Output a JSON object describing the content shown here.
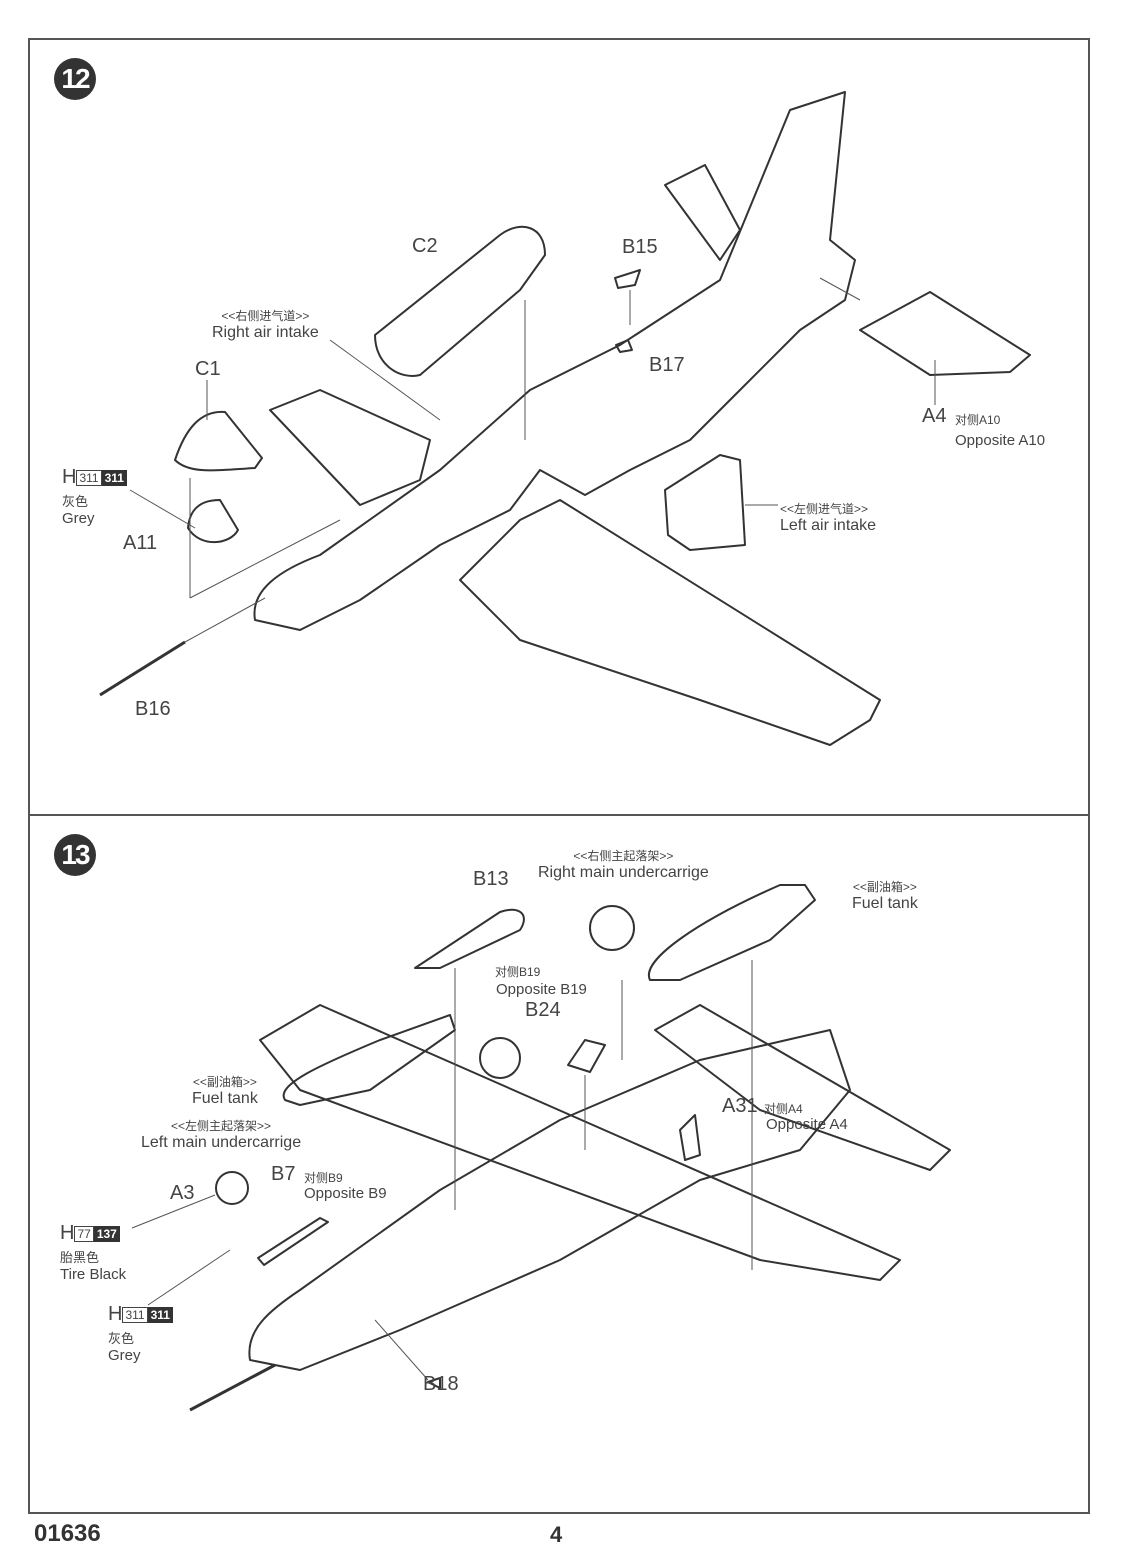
{
  "document": {
    "product_code": "01636",
    "page_number": "4"
  },
  "steps": [
    {
      "number": "12",
      "parts": {
        "C2": "C2",
        "B15": "B15",
        "B17": "B17",
        "C1": "C1",
        "A11": "A11",
        "B16": "B16",
        "A4": "A4"
      },
      "a4_note": {
        "cn": "对侧A10",
        "en": "Opposite A10"
      },
      "callouts": {
        "right_air_intake": {
          "cn": "<<右侧进气道>>",
          "en": "Right air intake"
        },
        "left_air_intake": {
          "cn": "<<左侧进气道>>",
          "en": "Left air intake"
        }
      },
      "paint": {
        "brand": "H",
        "code1": "311",
        "code2": "311",
        "cn": "灰色",
        "en": "Grey"
      }
    },
    {
      "number": "13",
      "parts": {
        "B13": "B13",
        "B24": "B24",
        "A31": "A31",
        "A3": "A3",
        "B7": "B7",
        "B18": "B18"
      },
      "notes": {
        "b19": {
          "cn": "对侧B19",
          "en": "Opposite B19"
        },
        "a4": {
          "cn": "对侧A4",
          "en": "Opposite A4"
        },
        "b9": {
          "cn": "对侧B9",
          "en": "Opposite B9"
        }
      },
      "callouts": {
        "right_main_undercarriage": {
          "cn": "<<右侧主起落架>>",
          "en": "Right main undercarrige"
        },
        "fuel_tank_right": {
          "cn": "<<副油箱>>",
          "en": "Fuel tank"
        },
        "fuel_tank_left": {
          "cn": "<<副油箱>>",
          "en": "Fuel tank"
        },
        "left_main_undercarriage": {
          "cn": "<<左侧主起落架>>",
          "en": "Left main undercarrige"
        }
      },
      "paints": [
        {
          "brand": "H",
          "code1": "77",
          "code2": "137",
          "cn": "胎黑色",
          "en": "Tire Black"
        },
        {
          "brand": "H",
          "code1": "311",
          "code2": "311",
          "cn": "灰色",
          "en": "Grey"
        }
      ]
    }
  ]
}
